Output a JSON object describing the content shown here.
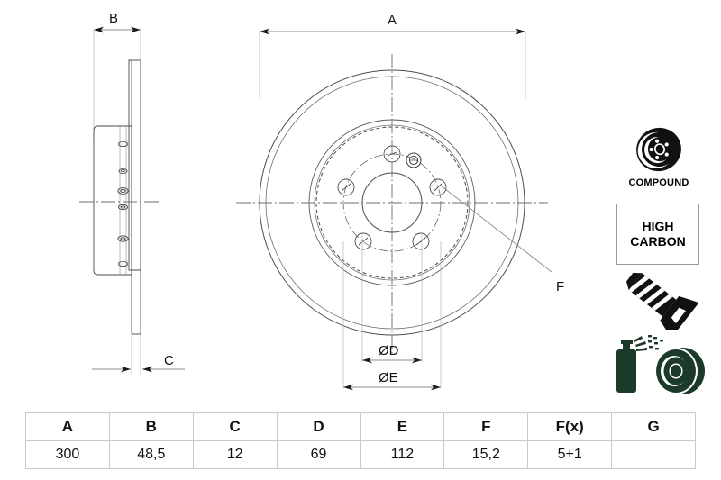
{
  "drawing": {
    "title": "Brake disc technical drawing",
    "dimension_callouts": {
      "a": "A",
      "b": "B",
      "c": "C",
      "d": "ØD",
      "e": "ØE",
      "f": "F"
    }
  },
  "badges": {
    "compound": {
      "label": "COMPOUND",
      "icon": "brake-disc-icon",
      "color": "#000000"
    },
    "high_carbon": {
      "line1": "HIGH",
      "line2": "CARBON",
      "border_color": "#9a9a9a"
    },
    "screw": {
      "icon": "countersunk-screw-icon",
      "color": "#111111"
    },
    "coating_spray": {
      "icon": "spray-can-and-disc-icon",
      "color": "#1c3a2a"
    }
  },
  "table": {
    "headers": [
      "A",
      "B",
      "C",
      "D",
      "E",
      "F",
      "F(x)",
      "G"
    ],
    "values": [
      "300",
      "48,5",
      "12",
      "69",
      "112",
      "15,2",
      "5+1",
      ""
    ]
  }
}
